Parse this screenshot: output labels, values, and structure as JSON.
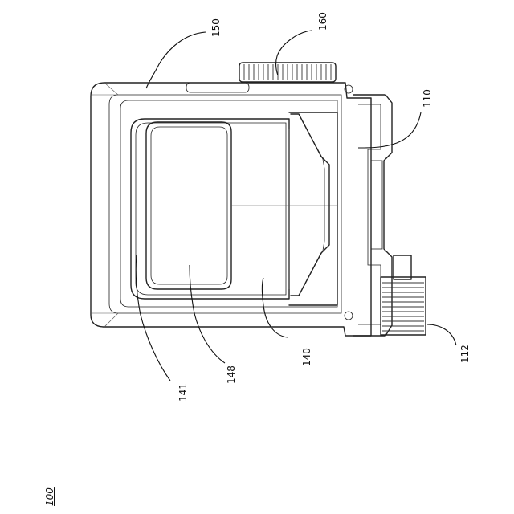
{
  "figure_number": "100",
  "labels": {
    "l150": "150",
    "l160": "160",
    "l110": "110",
    "l112": "112",
    "l140": "140",
    "l148": "148",
    "l141": "141"
  }
}
